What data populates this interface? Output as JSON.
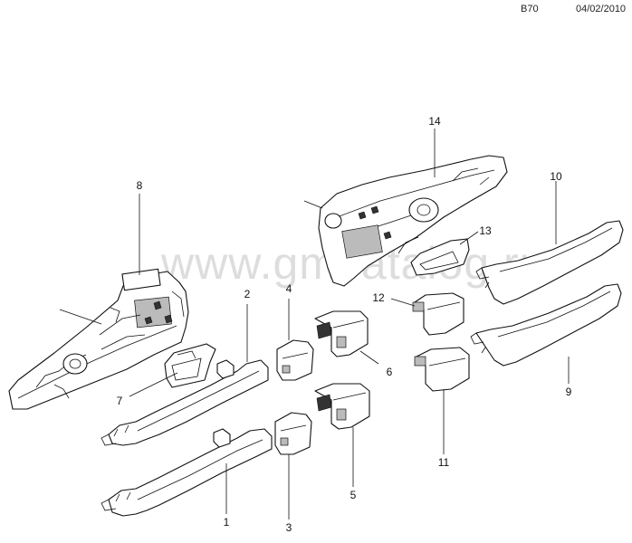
{
  "header": {
    "code": "B70",
    "date": "04/02/2010"
  },
  "watermark": "www.gmcatalog.ru",
  "callouts": [
    {
      "id": "c1",
      "label": "1"
    },
    {
      "id": "c2",
      "label": "2"
    },
    {
      "id": "c3",
      "label": "3"
    },
    {
      "id": "c4",
      "label": "4"
    },
    {
      "id": "c5",
      "label": "5"
    },
    {
      "id": "c6",
      "label": "6"
    },
    {
      "id": "c7",
      "label": "7"
    },
    {
      "id": "c8",
      "label": "8"
    },
    {
      "id": "c9",
      "label": "9"
    },
    {
      "id": "c10",
      "label": "10"
    },
    {
      "id": "c11",
      "label": "11"
    },
    {
      "id": "c12",
      "label": "12"
    },
    {
      "id": "c13",
      "label": "13"
    },
    {
      "id": "c14",
      "label": "14"
    }
  ]
}
